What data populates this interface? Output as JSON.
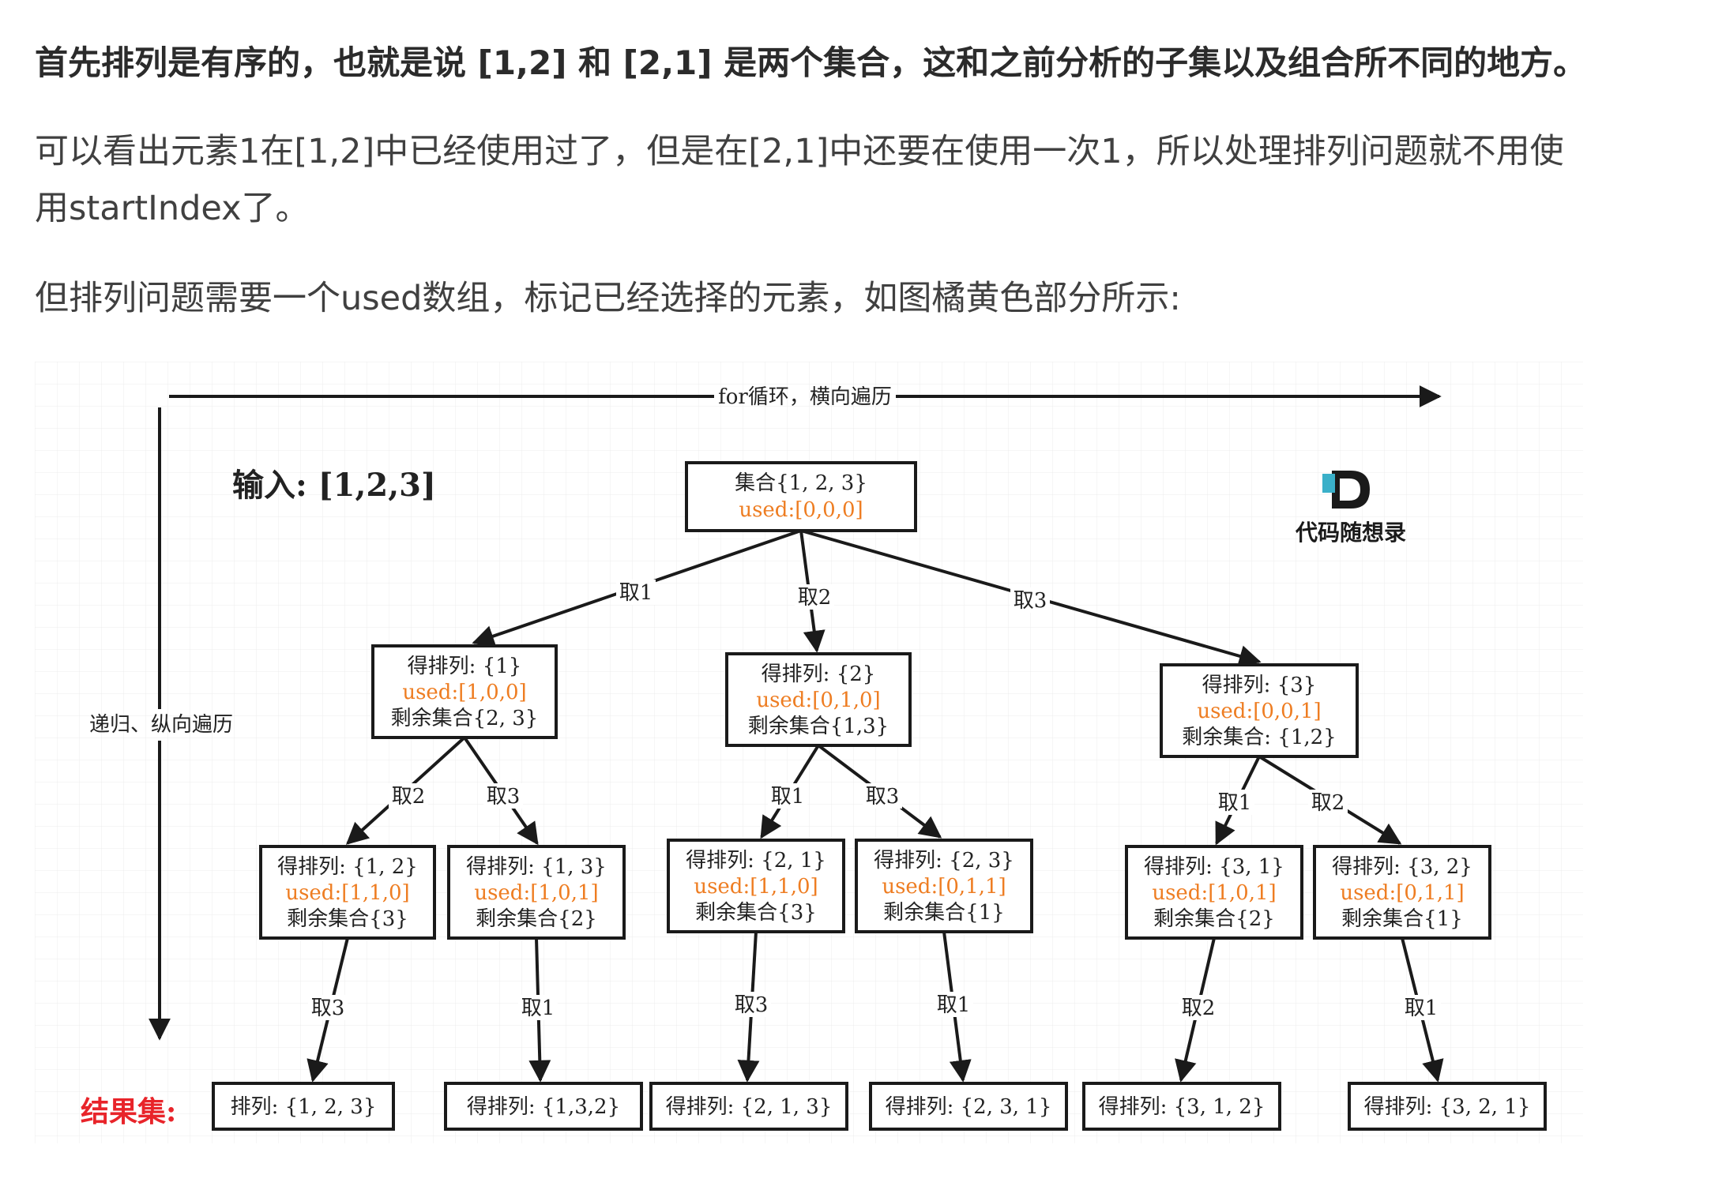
{
  "paragraphs": {
    "p1": "首先排列是有序的，也就是说 [1,2] 和 [2,1] 是两个集合，这和之前分析的子集以及组合所不同的地方。",
    "p2": "可以看出元素1在[1,2]中已经使用过了，但是在[2,1]中还要在使用一次1，所以处理排列问题就不用使用startIndex了。",
    "p3": "但排列问题需要一个used数组，标记已经选择的元素，如图橘黄色部分所示:"
  },
  "diagram": {
    "horizontal_axis_label": "for循环，横向遍历",
    "vertical_axis_label": "递归、纵向遍历",
    "input_label": "输入: [1,2,3]",
    "result_label": "结果集:",
    "logo": {
      "mark": "D",
      "text": "代码随想录"
    },
    "colors": {
      "used": "#ee7d22",
      "result": "#e8242a",
      "line": "#1a1a1a"
    },
    "root": {
      "line1": "集合{1, 2, 3}",
      "used": "used:[0,0,0]"
    },
    "level1": [
      {
        "line1": "得排列: {1}",
        "used": "used:[1,0,0]",
        "line3": "剩余集合{2, 3}"
      },
      {
        "line1": "得排列: {2}",
        "used": "used:[0,1,0]",
        "line3": "剩余集合{1,3}"
      },
      {
        "line1": "得排列: {3}",
        "used": "used:[0,0,1]",
        "line3": "剩余集合: {1,2}"
      }
    ],
    "level1_edges": [
      "取1",
      "取2",
      "取3"
    ],
    "level2": [
      {
        "line1": "得排列: {1, 2}",
        "used": "used:[1,1,0]",
        "line3": "剩余集合{3}"
      },
      {
        "line1": "得排列: {1, 3}",
        "used": "used:[1,0,1]",
        "line3": "剩余集合{2}"
      },
      {
        "line1": "得排列: {2, 1}",
        "used": "used:[1,1,0]",
        "line3": "剩余集合{3}"
      },
      {
        "line1": "得排列: {2, 3}",
        "used": "used:[0,1,1]",
        "line3": "剩余集合{1}"
      },
      {
        "line1": "得排列: {3, 1}",
        "used": "used:[1,0,1]",
        "line3": "剩余集合{2}"
      },
      {
        "line1": "得排列: {3, 2}",
        "used": "used:[0,1,1]",
        "line3": "剩余集合{1}"
      }
    ],
    "level2_edges": [
      "取2",
      "取3",
      "取1",
      "取3",
      "取1",
      "取2"
    ],
    "level3_edges": [
      "取3",
      "取1",
      "取3",
      "取1",
      "取2",
      "取1"
    ],
    "results": [
      "排列: {1, 2, 3}",
      "得排列: {1,3,2}",
      "得排列: {2, 1, 3}",
      "得排列: {2, 3, 1}",
      "得排列: {3, 1, 2}",
      "得排列: {3, 2, 1}"
    ]
  }
}
